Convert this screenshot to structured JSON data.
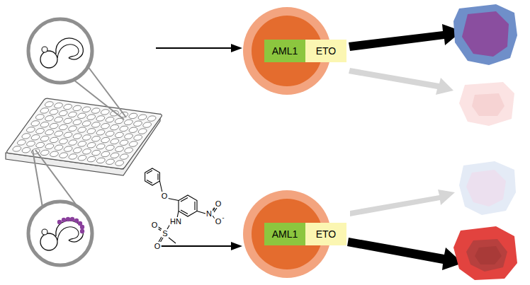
{
  "diagram": {
    "nodes": [
      {
        "text": [
          "AML1"
        ]
      },
      {
        "text": [
          "ETO"
        ]
      },
      {
        "text": [
          "AML1"
        ]
      },
      {
        "text": [
          "ETO"
        ]
      }
    ],
    "labels": [
      "O",
      "HN",
      "O",
      "S",
      "O",
      "N",
      "+",
      "O",
      "O",
      "-"
    ]
  }
}
